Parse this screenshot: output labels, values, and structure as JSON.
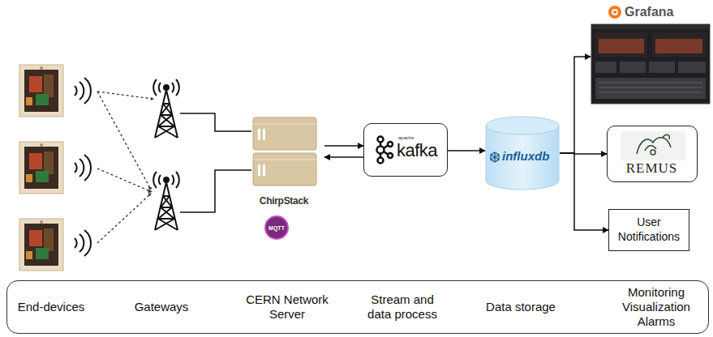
{
  "diagram": {
    "nodes": [
      {
        "text": [
          "ChirpStack"
        ]
      },
      {
        "text": [
          "apache",
          "kafka"
        ]
      },
      {
        "text": [
          "influxdb"
        ]
      },
      {
        "text": [
          "Grafana"
        ]
      },
      {
        "text": [
          "REMUS"
        ]
      },
      {
        "text": [
          "User Notifications"
        ]
      },
      {
        "text": [
          "End-devices",
          "Gateways",
          "CERN Network Server",
          "Stream and data process",
          "Data storage",
          "Monitoring Visualization Alarms"
        ]
      }
    ],
    "edges": [
      {
        "from": 0,
        "to": 1,
        "arrow": "to"
      },
      {
        "from": 1,
        "to": 0,
        "arrow": "to"
      },
      {
        "from": 1,
        "to": 2,
        "arrow": "to"
      },
      {
        "from": 2,
        "to": 3,
        "arrow": "to"
      },
      {
        "from": 2,
        "to": 4,
        "arrow": "to"
      },
      {
        "from": 2,
        "to": 5,
        "arrow": "to"
      }
    ],
    "labels": [
      "MQTT"
    ]
  }
}
